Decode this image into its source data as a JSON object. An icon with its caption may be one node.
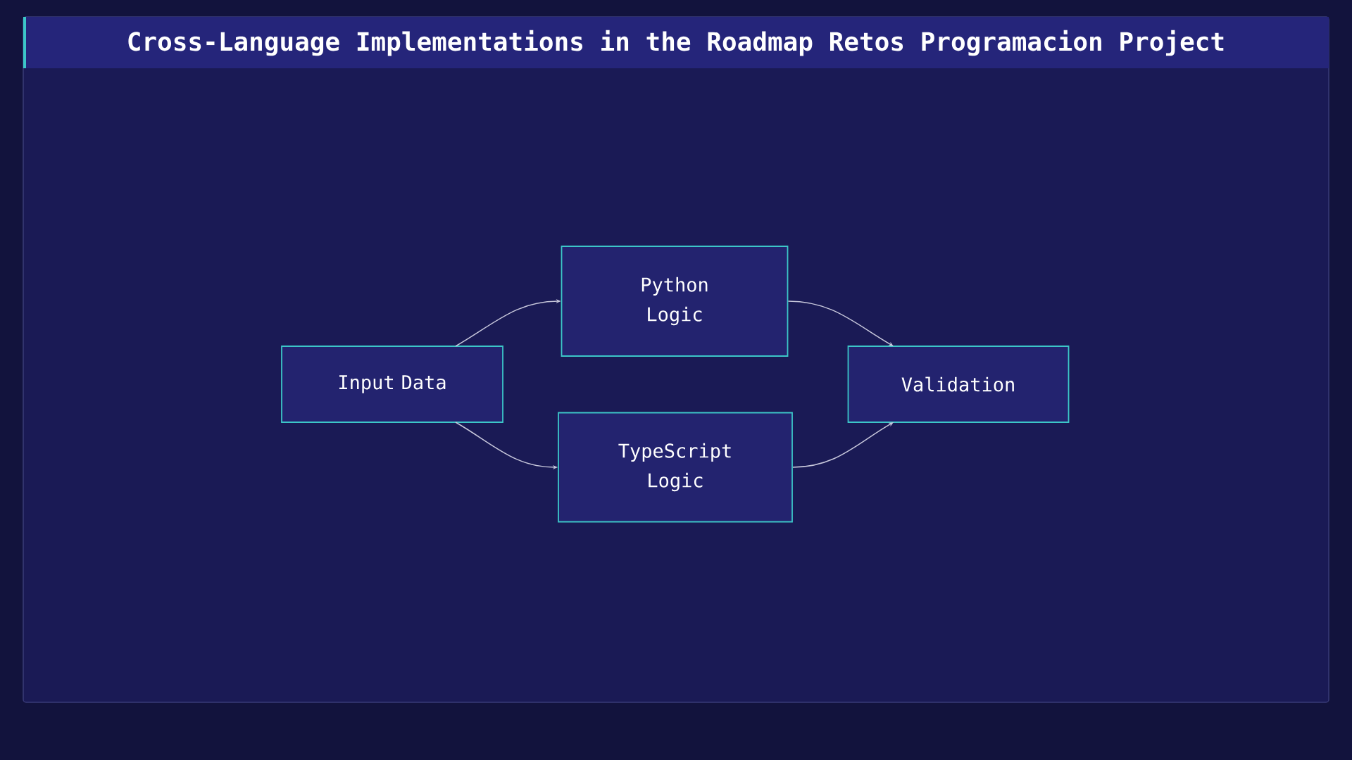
{
  "diagram": {
    "title": "Cross-Language Implementations in the Roadmap Retos Programacion Project",
    "nodes": [
      {
        "text": [
          "Input Data"
        ]
      },
      {
        "text": [
          "Python Logic"
        ]
      },
      {
        "text": [
          "TypeScript Logic"
        ]
      },
      {
        "text": [
          "Validation"
        ]
      }
    ],
    "edges": [
      {
        "from": 0,
        "to": 1,
        "arrow": "to"
      },
      {
        "from": 0,
        "to": 2,
        "arrow": "to"
      },
      {
        "from": 1,
        "to": 3,
        "arrow": "to"
      },
      {
        "from": 2,
        "to": 3,
        "arrow": "to"
      }
    ]
  }
}
